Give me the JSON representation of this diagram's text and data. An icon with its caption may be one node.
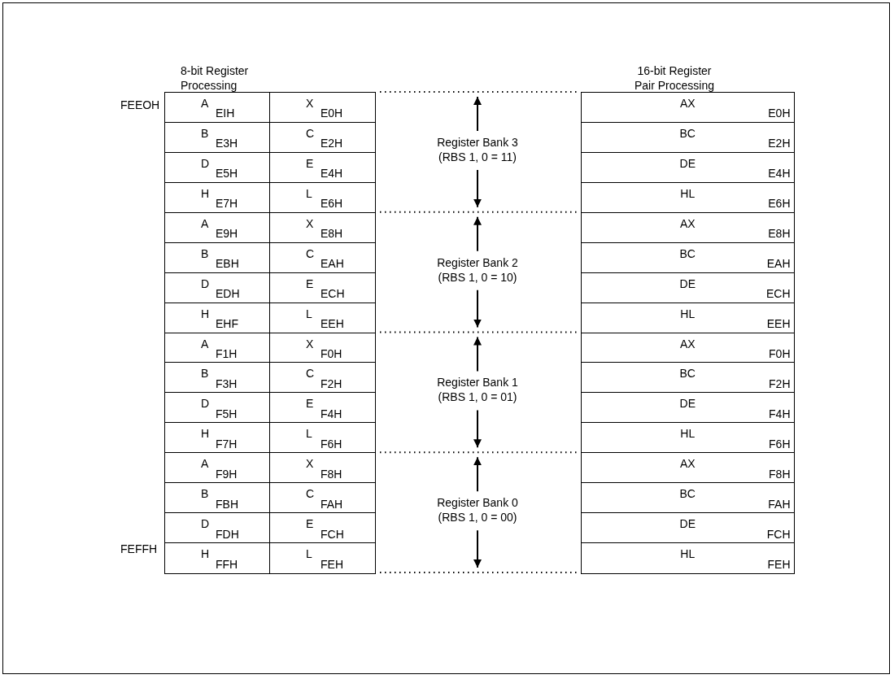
{
  "diagram": {
    "nodes": [
      {
        "text": [
          "A",
          "EIH"
        ]
      },
      {
        "text": [
          "X",
          "E0H"
        ]
      },
      {
        "text": [
          "AX",
          "E0H"
        ]
      },
      {
        "text": [
          "B",
          "E3H"
        ]
      },
      {
        "text": [
          "C",
          "E2H"
        ]
      },
      {
        "text": [
          "BC",
          "E2H"
        ]
      },
      {
        "text": [
          "D",
          "E5H"
        ]
      },
      {
        "text": [
          "E",
          "E4H"
        ]
      },
      {
        "text": [
          "DE",
          "E4H"
        ]
      },
      {
        "text": [
          "H",
          "E7H"
        ]
      },
      {
        "text": [
          "L",
          "E6H"
        ]
      },
      {
        "text": [
          "HL",
          "E6H"
        ]
      },
      {
        "text": [
          "A",
          "E9H"
        ]
      },
      {
        "text": [
          "X",
          "E8H"
        ]
      },
      {
        "text": [
          "AX",
          "E8H"
        ]
      },
      {
        "text": [
          "B",
          "EBH"
        ]
      },
      {
        "text": [
          "C",
          "EAH"
        ]
      },
      {
        "text": [
          "BC",
          "EAH"
        ]
      },
      {
        "text": [
          "D",
          "EDH"
        ]
      },
      {
        "text": [
          "E",
          "ECH"
        ]
      },
      {
        "text": [
          "DE",
          "ECH"
        ]
      },
      {
        "text": [
          "H",
          "EHF"
        ]
      },
      {
        "text": [
          "L",
          "EEH"
        ]
      },
      {
        "text": [
          "HL",
          "EEH"
        ]
      },
      {
        "text": [
          "A",
          "F1H"
        ]
      },
      {
        "text": [
          "X",
          "F0H"
        ]
      },
      {
        "text": [
          "AX",
          "F0H"
        ]
      },
      {
        "text": [
          "B",
          "F3H"
        ]
      },
      {
        "text": [
          "C",
          "F2H"
        ]
      },
      {
        "text": [
          "BC",
          "F2H"
        ]
      },
      {
        "text": [
          "D",
          "F5H"
        ]
      },
      {
        "text": [
          "E",
          "F4H"
        ]
      },
      {
        "text": [
          "DE",
          "F4H"
        ]
      },
      {
        "text": [
          "H",
          "F7H"
        ]
      },
      {
        "text": [
          "L",
          "F6H"
        ]
      },
      {
        "text": [
          "HL",
          "F6H"
        ]
      },
      {
        "text": [
          "A",
          "F9H"
        ]
      },
      {
        "text": [
          "X",
          "F8H"
        ]
      },
      {
        "text": [
          "AX",
          "F8H"
        ]
      },
      {
        "text": [
          "B",
          "FBH"
        ]
      },
      {
        "text": [
          "C",
          "FAH"
        ]
      },
      {
        "text": [
          "BC",
          "FAH"
        ]
      },
      {
        "text": [
          "D",
          "FDH"
        ]
      },
      {
        "text": [
          "E",
          "FCH"
        ]
      },
      {
        "text": [
          "DE",
          "FCH"
        ]
      },
      {
        "text": [
          "H",
          "FFH"
        ]
      },
      {
        "text": [
          "L",
          "FEH"
        ]
      },
      {
        "text": [
          "HL",
          "FEH"
        ]
      }
    ],
    "labels": [
      "8-bit Register Processing",
      "16-bit Register Pair Processing",
      "FEEOH",
      "Register Bank 3",
      "(RBS 1, 0 = 11)",
      "Register Bank 2",
      "(RBS 1, 0 = 10)",
      "Register Bank 1",
      "(RBS 1, 0 = 01)",
      "Register Bank 0",
      "(RBS 1, 0 = 00)",
      "FEFFH"
    ]
  }
}
